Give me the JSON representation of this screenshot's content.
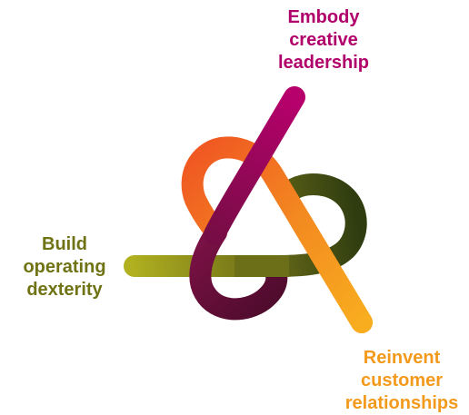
{
  "colors": {
    "magenta": "#b0006a",
    "orange": "#f07f1e",
    "olive": "#8a8a17",
    "dark_olive": "#3e4c0f",
    "plum": "#5e0e36",
    "amber": "#f5a01f"
  },
  "labels": {
    "top": {
      "lines": [
        "Embody",
        "creative",
        "leadership"
      ],
      "color": "#b0006a"
    },
    "left": {
      "lines": [
        "Build",
        "operating",
        "dexterity"
      ],
      "color": "#6f7314"
    },
    "bottom": {
      "lines": [
        "Reinvent",
        "customer",
        "relationships"
      ],
      "color": "#f39a1d"
    }
  }
}
